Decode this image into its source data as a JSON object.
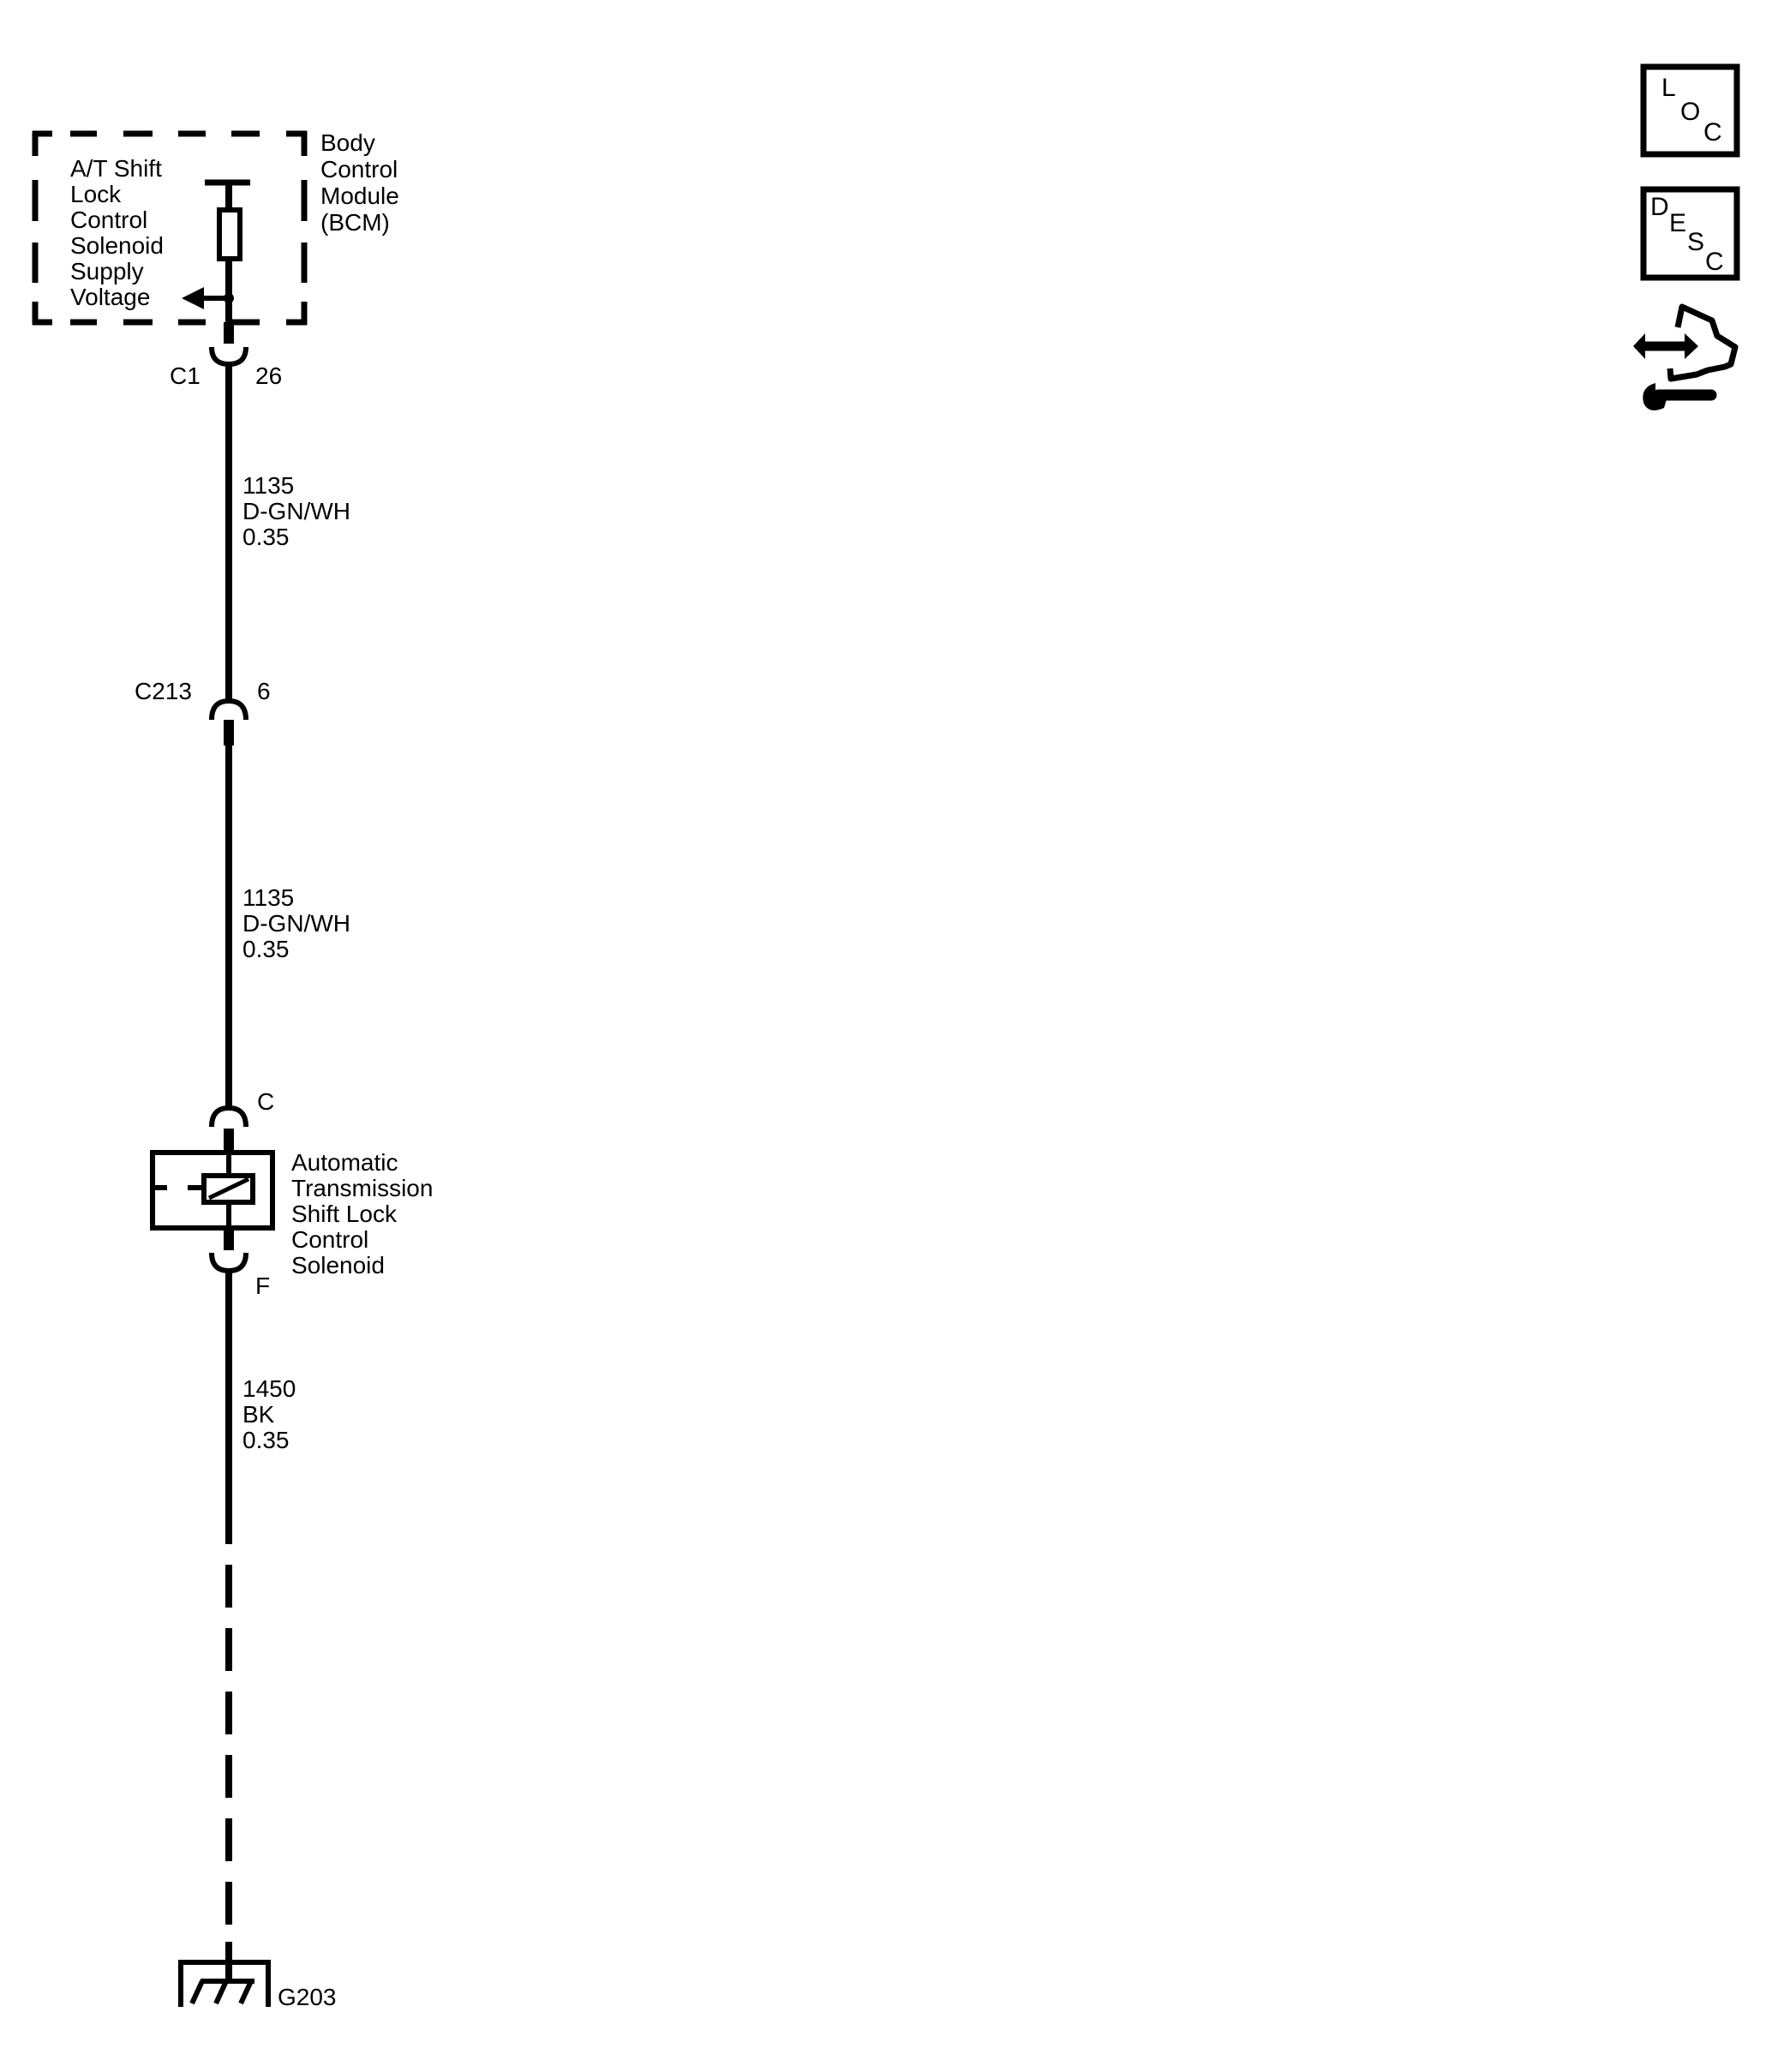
{
  "colors": {
    "ink": "#000000",
    "background": "#ffffff"
  },
  "bcm": {
    "module_label": [
      "Body",
      "Control",
      "Module",
      "(BCM)"
    ],
    "internal_label": [
      "A/T Shift",
      "Lock",
      "Control",
      "Solenoid",
      "Supply",
      "Voltage"
    ]
  },
  "connectors": {
    "c1": {
      "name": "C1",
      "pin": "26"
    },
    "c213": {
      "name": "C213",
      "pin": "6"
    },
    "solenoid_top": {
      "pin": "C"
    },
    "solenoid_bottom": {
      "pin": "F"
    }
  },
  "wires": [
    {
      "circuit": "1135",
      "color": "D-GN/WH",
      "gauge": "0.35"
    },
    {
      "circuit": "1135",
      "color": "D-GN/WH",
      "gauge": "0.35"
    },
    {
      "circuit": "1450",
      "color": "BK",
      "gauge": "0.35"
    }
  ],
  "solenoid": {
    "label": [
      "Automatic",
      "Transmission",
      "Shift Lock",
      "Control",
      "Solenoid"
    ]
  },
  "ground": {
    "name": "G203"
  },
  "side_icons": {
    "loc": {
      "icon": "location-icon",
      "letters": [
        "L",
        "O",
        "C"
      ]
    },
    "desc": {
      "icon": "description-icon",
      "letters": [
        "D",
        "E",
        "S",
        "C"
      ]
    },
    "connector_repair": {
      "icon": "connector-repair-icon"
    }
  }
}
